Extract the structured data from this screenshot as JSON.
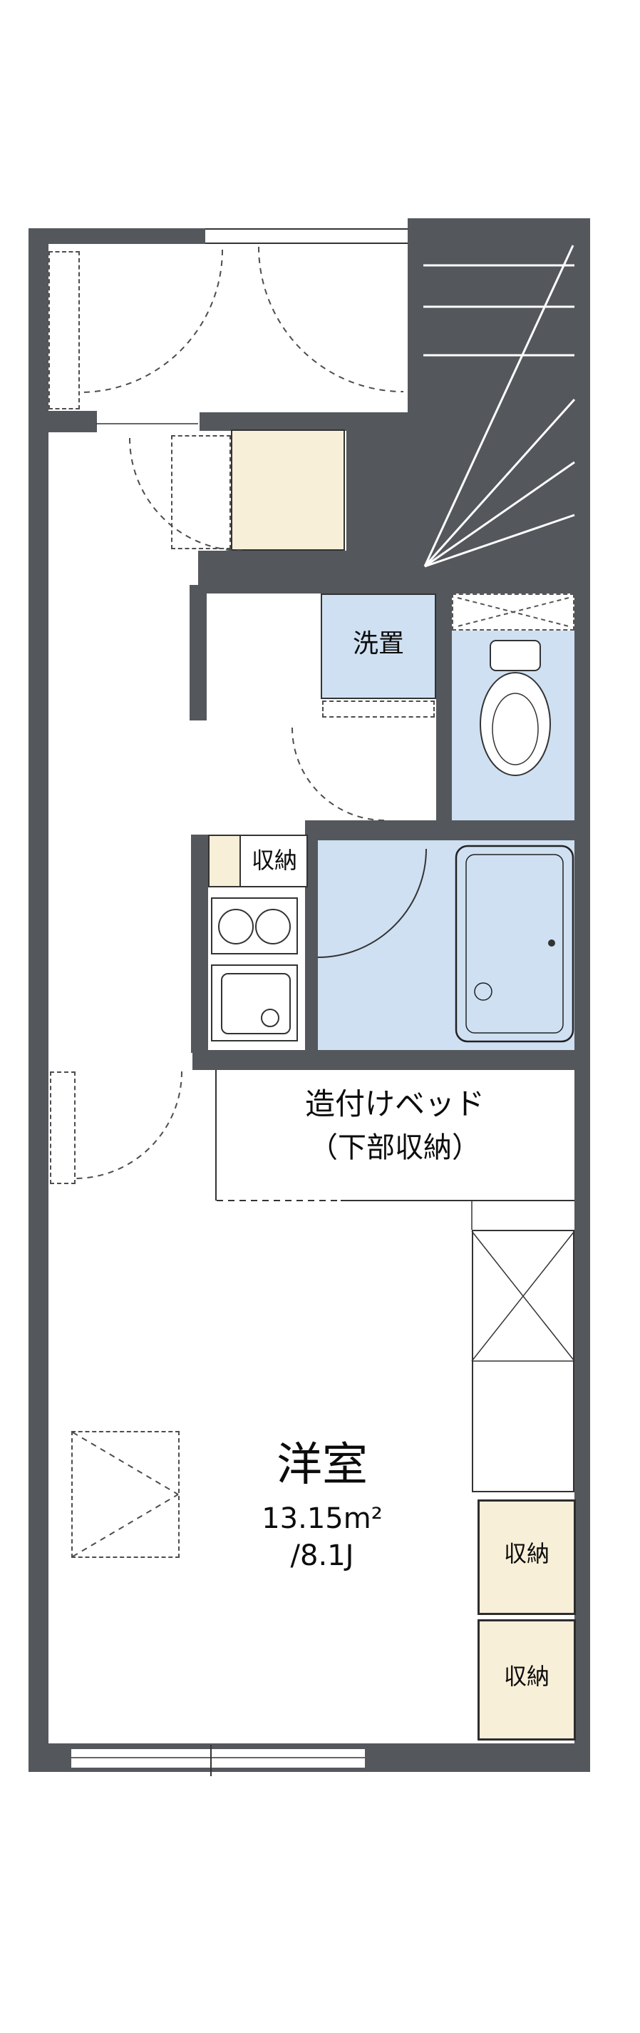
{
  "labels": {
    "washer": "洗置",
    "kitchen_storage": "収納",
    "bed_line1": "造付けベッド",
    "bed_line2": "（下部収納）",
    "room_name": "洋室",
    "room_area": "13.15m²",
    "room_size": "/8.1J",
    "closet_upper": "収納",
    "closet_lower": "収納"
  },
  "colors": {
    "wall": "#54575c",
    "wet_area": "#cfe0f2",
    "storage": "#f8efd8"
  }
}
